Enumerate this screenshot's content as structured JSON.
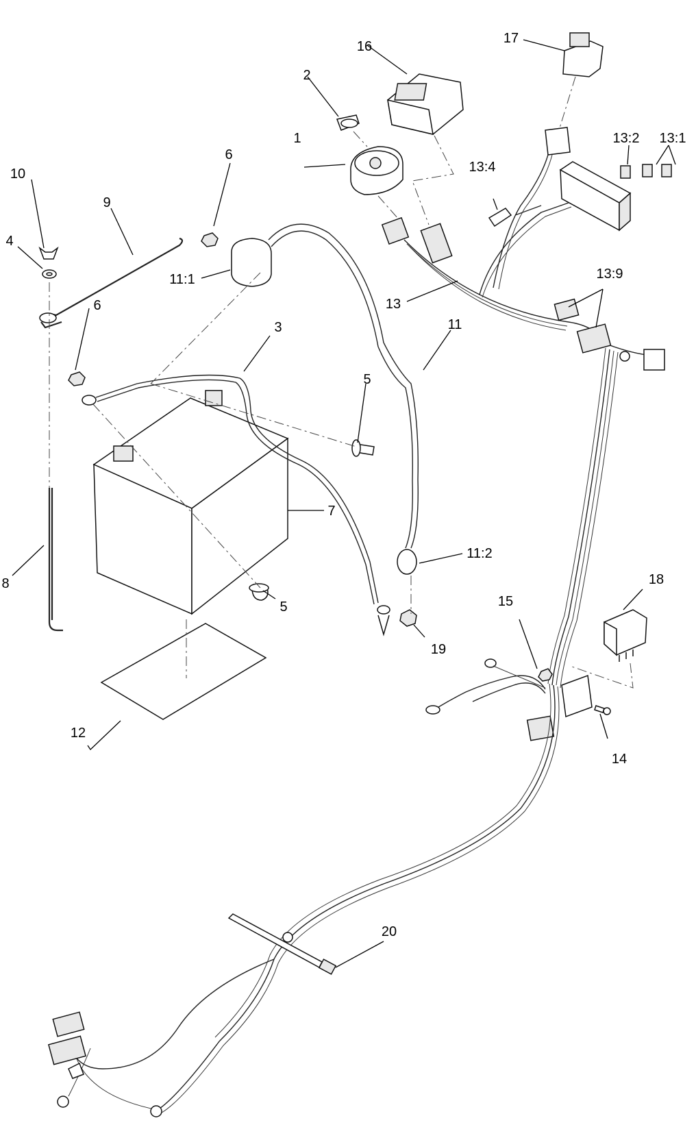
{
  "labels": {
    "l1": "1",
    "l2": "2",
    "l3": "3",
    "l4": "4",
    "l5a": "5",
    "l5b": "5",
    "l6a": "6",
    "l6b": "6",
    "l7": "7",
    "l8": "8",
    "l9": "9",
    "l10": "10",
    "l11": "11",
    "l11_1": "11:1",
    "l11_2": "11:2",
    "l12": "12",
    "l13": "13",
    "l13_1": "13:1",
    "l13_2": "13:2",
    "l13_4": "13:4",
    "l13_9": "13:9",
    "l14": "14",
    "l15": "15",
    "l16": "16",
    "l17": "17",
    "l18": "18",
    "l19": "19",
    "l20": "20"
  }
}
